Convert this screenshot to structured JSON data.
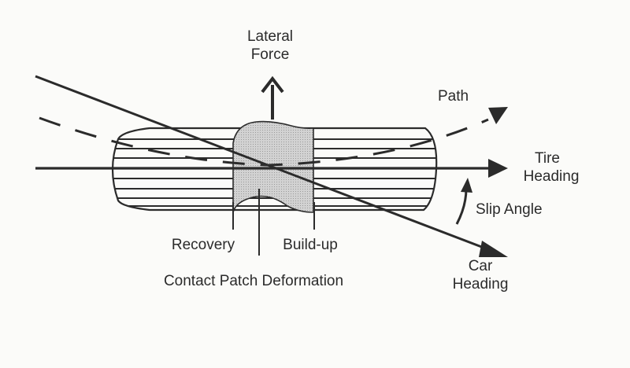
{
  "diagram": {
    "title": "Contact Patch Deformation",
    "labels": {
      "lateral_force_line1": "Lateral",
      "lateral_force_line2": "Force",
      "path": "Path",
      "tire_heading_line1": "Tire",
      "tire_heading_line2": "Heading",
      "slip_angle": "Slip Angle",
      "car_heading_line1": "Car",
      "car_heading_line2": "Heading",
      "recovery": "Recovery",
      "build_up": "Build-up",
      "caption": "Contact Patch Deformation"
    },
    "colors": {
      "ink": "#2b2b2b",
      "patch_fill": "#c9c9c9",
      "background": "#fbfbf9"
    }
  }
}
